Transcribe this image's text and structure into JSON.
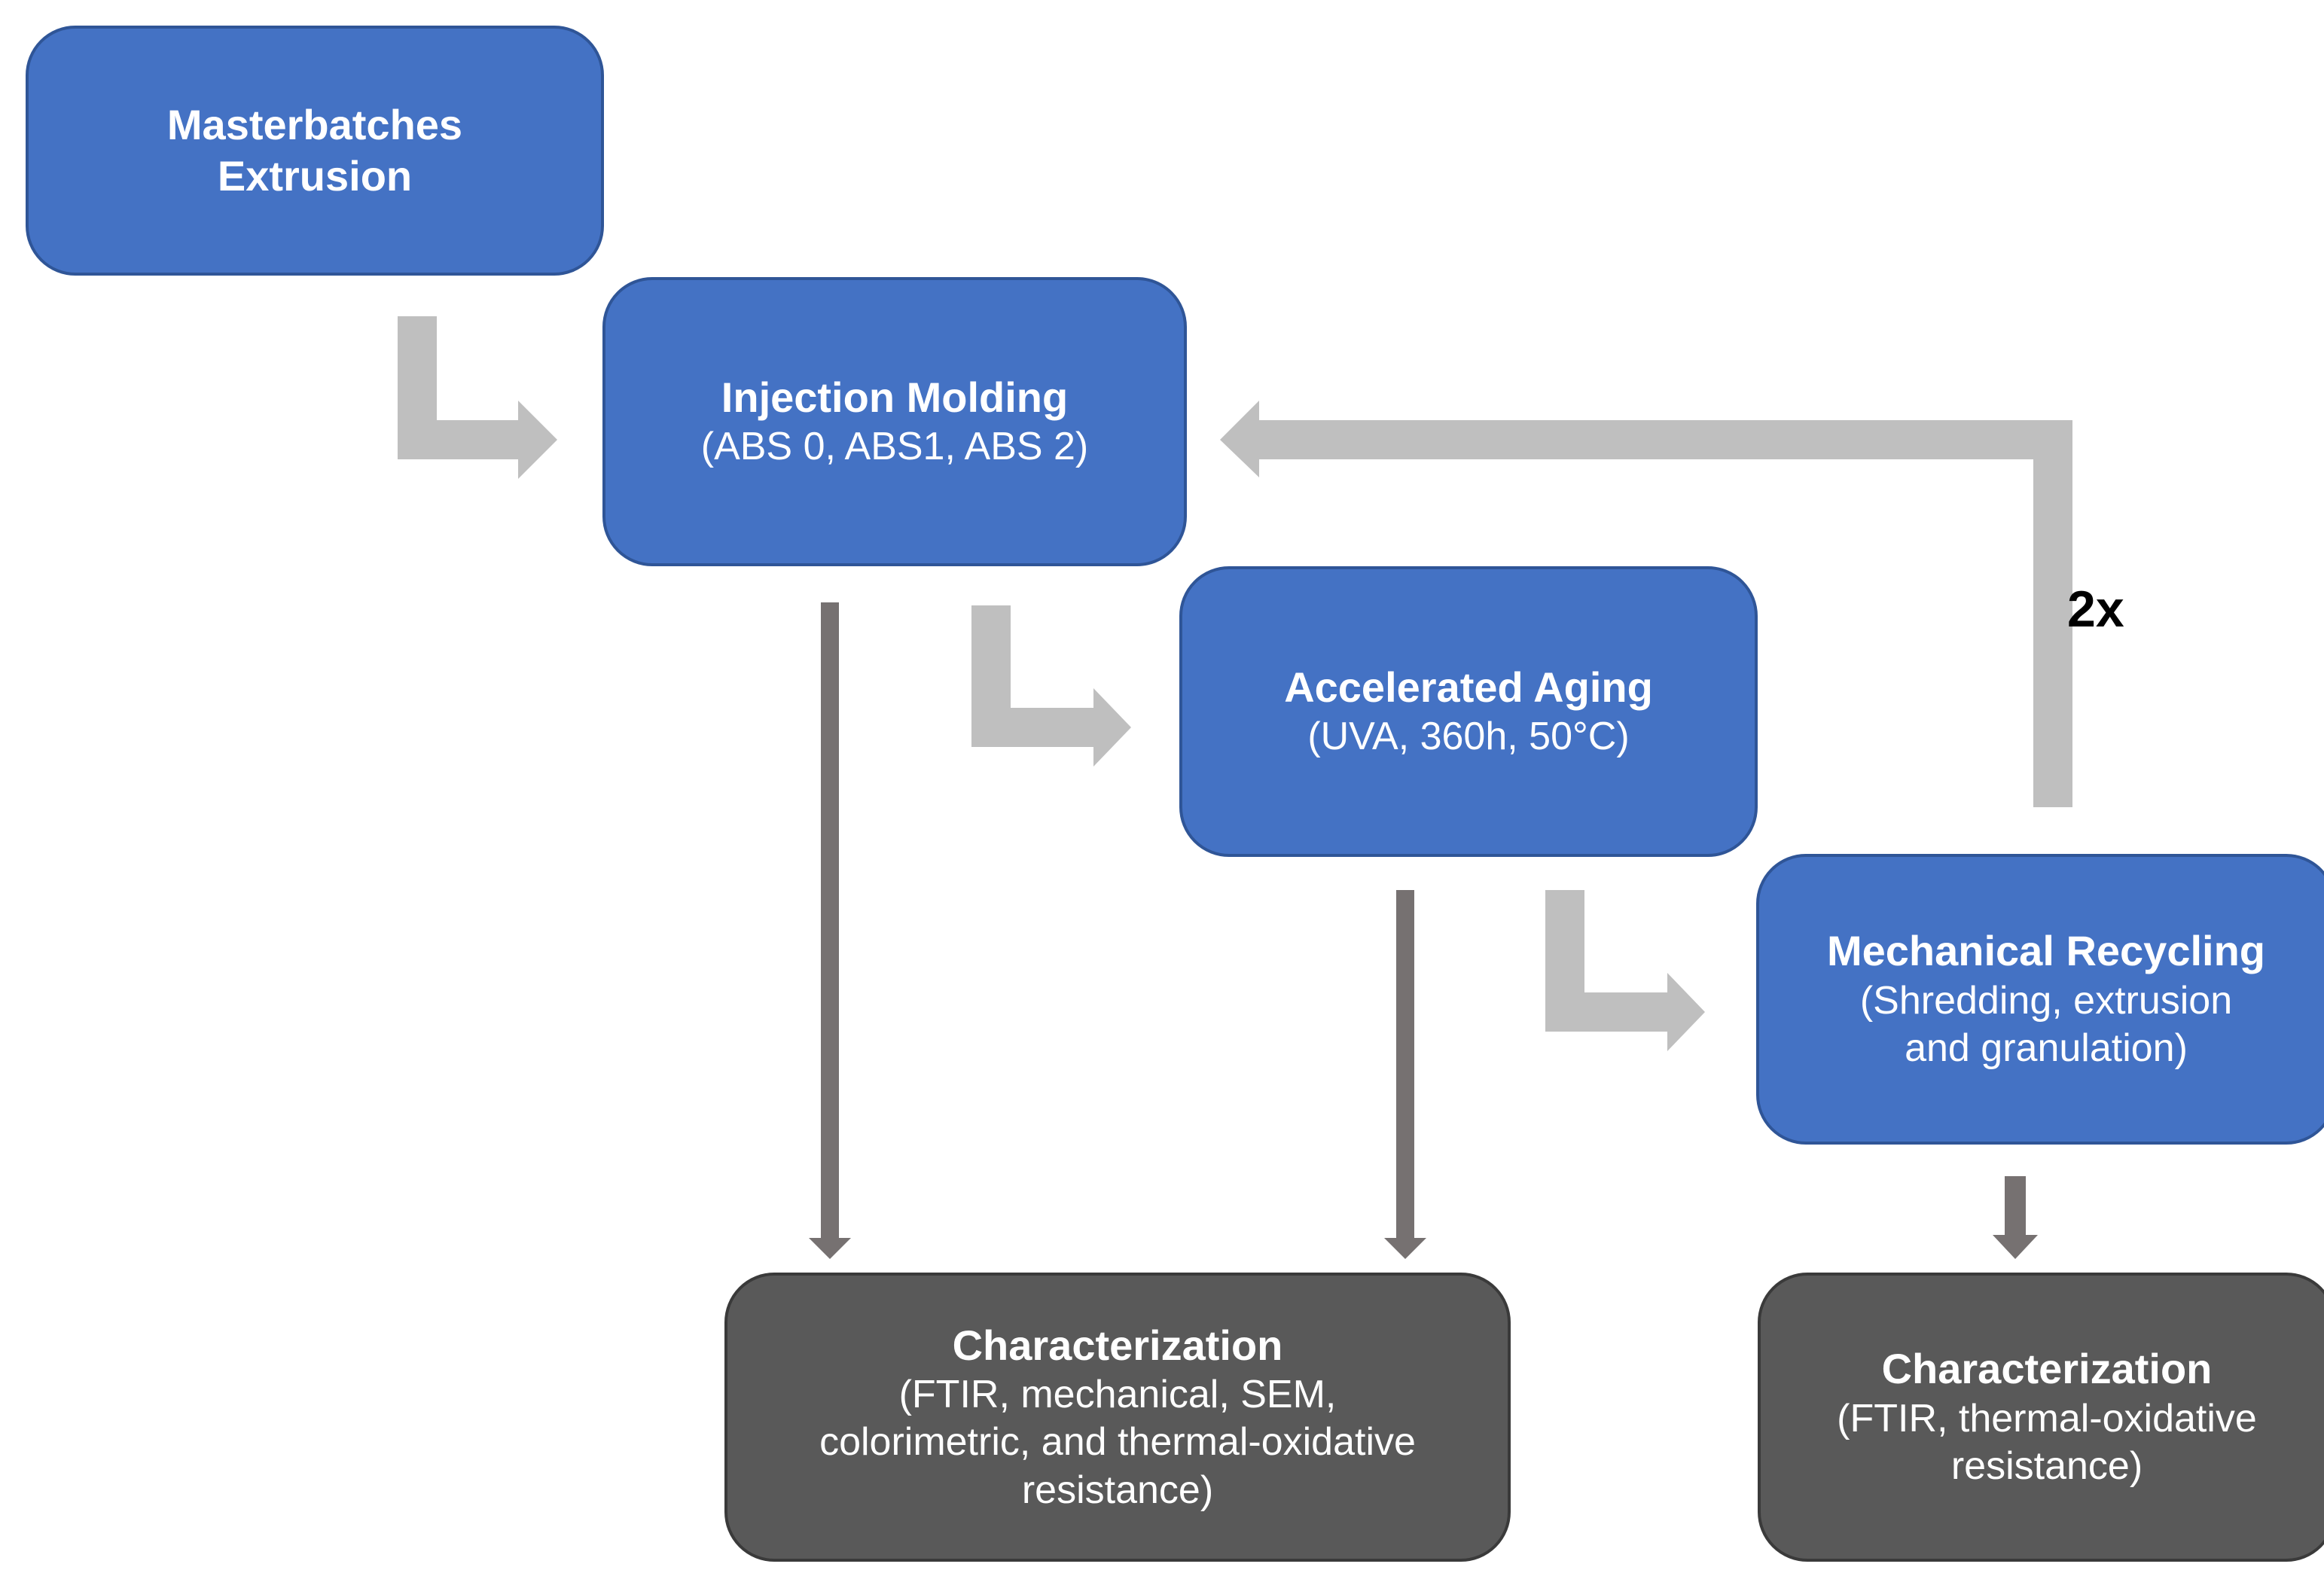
{
  "colors": {
    "process_box": "#4472c4",
    "characterization_box": "#595959",
    "flow_arrow": "#bfbfbf",
    "measure_arrow": "#767171",
    "box_text": "#ffffff"
  },
  "nodes": {
    "masterbatches": {
      "title_line1": "Masterbatches",
      "title_line2": "Extrusion"
    },
    "injection": {
      "title": "Injection Molding",
      "subtitle": "(ABS 0, ABS1, ABS 2)"
    },
    "aging": {
      "title": "Accelerated Aging",
      "subtitle": "(UVA, 360h, 50°C)"
    },
    "recycling": {
      "title": "Mechanical Recycling",
      "subtitle_line1": "(Shredding, extrusion",
      "subtitle_line2": "and granulation)"
    },
    "char_left": {
      "title": "Characterization",
      "line1": "(FTIR, mechanical, SEM,",
      "line2": "colorimetric, and thermal-oxidative",
      "line3": "resistance)"
    },
    "char_right": {
      "title": "Characterization",
      "line1": "(FTIR, thermal-oxidative",
      "line2": "resistance)"
    }
  },
  "loop_label": "2x"
}
